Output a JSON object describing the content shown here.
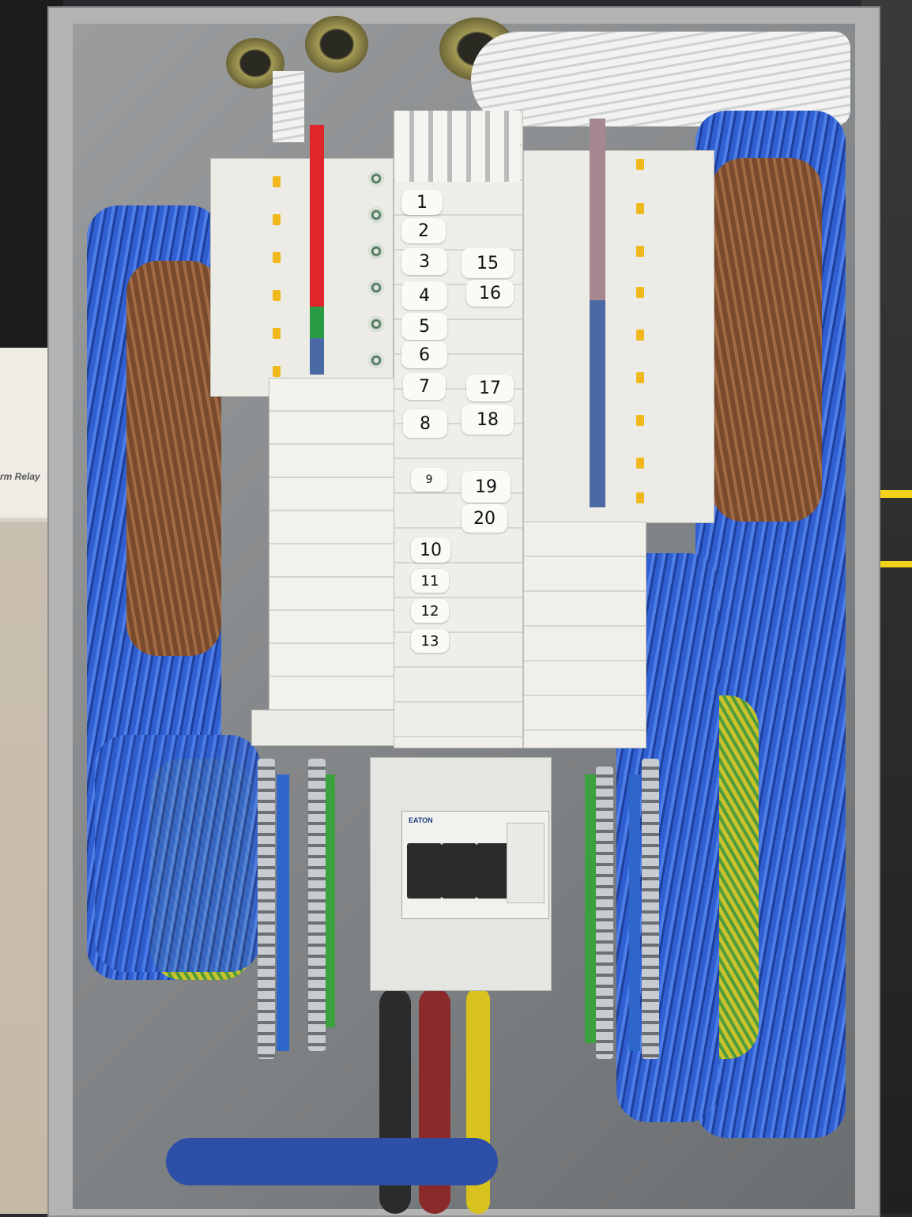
{
  "background_sign": {
    "text": "rm Relay"
  },
  "isolator": {
    "brand": "EATON"
  },
  "circuit_labels_left": [
    "1",
    "2",
    "3",
    "4",
    "5",
    "6",
    "7",
    "8",
    "9",
    "10",
    "11",
    "12",
    "13"
  ],
  "circuit_labels_right": [
    "15",
    "16",
    "17",
    "18",
    "19",
    "20"
  ],
  "colors": {
    "neutral_wire": "#2f5fd0",
    "live_wire": "#7a4a2c",
    "earth_wire": "#c8c32c",
    "breaker_toggle": "#f0b81c",
    "rcd_toggle_red": "#e0262a",
    "rcd_toggle_green": "#2b9a45",
    "rcd_toggle_mauve": "#a5878f",
    "rcd_toggle_blue": "#4a6aa6"
  }
}
